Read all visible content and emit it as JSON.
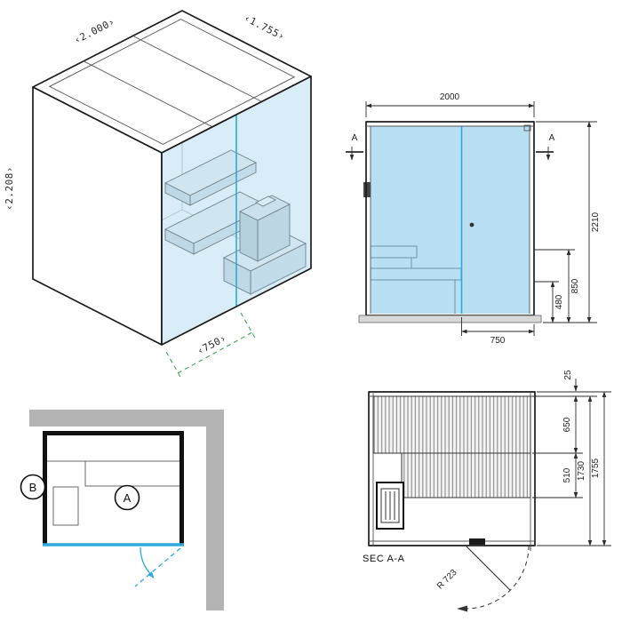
{
  "colors": {
    "glass": "#b9e0f2",
    "glass_iso": "#a9d8ee",
    "accent_blue": "#2fa8dc",
    "dim_green": "#3fa558",
    "wall_gray": "#b4b4b4",
    "line_dark": "#1c1c1c"
  },
  "iso_view": {
    "dim_width": "‹2.000›",
    "dim_depth": "‹1.755›",
    "dim_height": "‹2.208›",
    "dim_door_width": "‹750›"
  },
  "front_view": {
    "dim_width": "2000",
    "dim_height": "2210",
    "dim_bench_upper_height": "850",
    "dim_bench_lower_height": "480",
    "dim_door_width": "750",
    "section_marker_left": "A",
    "section_marker_right": "A"
  },
  "plan_view": {
    "marker_outside": "B",
    "marker_inside": "A"
  },
  "section_view": {
    "title": "SEC A-A",
    "dim_wall_gap": "25",
    "dim_bench_upper_depth": "650",
    "dim_bench_lower_depth": "510",
    "dim_inner_depth": "1730",
    "dim_outer_depth": "1755",
    "dim_door_swing_radius": "R 723"
  }
}
